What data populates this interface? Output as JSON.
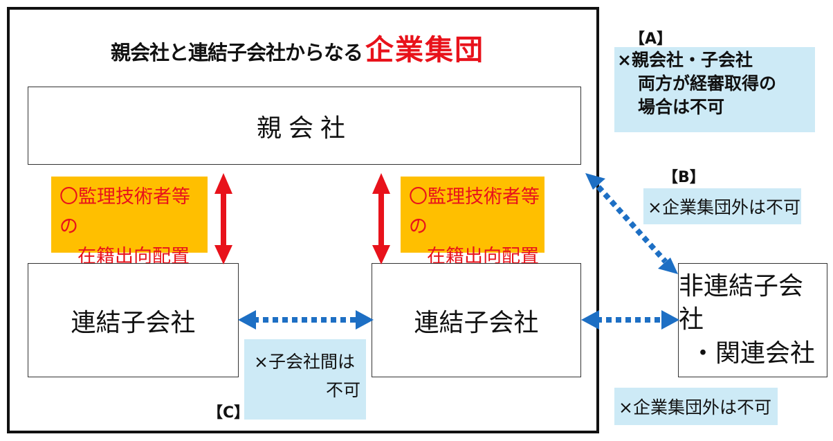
{
  "title": {
    "main": "親会社と連結子会社からなる",
    "accent": "企業集団"
  },
  "boxes": {
    "parent": "親会社",
    "sub1": "連結子会社",
    "sub2": "連結子会社",
    "nonconsolidated_line1": "非連結子会社",
    "nonconsolidated_line2": "・関連会社"
  },
  "notes": {
    "transfer_line1": "〇監理技術者等の",
    "transfer_line2": "在籍出向配置可"
  },
  "labels": {
    "a": "【A】",
    "b": "【B】",
    "c": "【C】"
  },
  "note_a": {
    "line1": "×親会社・子会社",
    "line2": "両方が経審取得の",
    "line3": "場合は不可"
  },
  "note_b": "×企業集団外は不可",
  "note_c": {
    "line1": "×子会社間は",
    "line2": "不可"
  },
  "note_d": "×企業集団外は不可",
  "colors": {
    "accent_red": "#e8121b",
    "orange": "#ffbf00",
    "light_blue": "#cdeaf6",
    "arrow_blue": "#1d6fc4"
  }
}
